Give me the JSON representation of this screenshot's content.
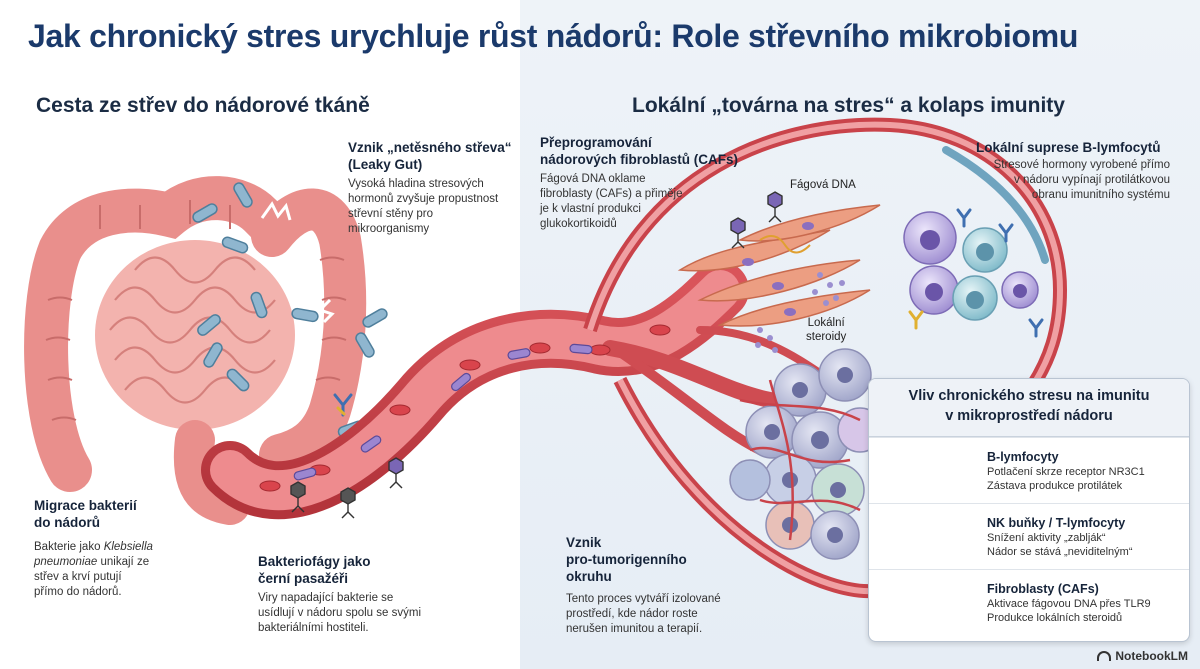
{
  "title": "Jak chronický stres urychluje růst nádorů: Role střevního mikrobiomu",
  "left": {
    "heading": "Cesta ze střev do nádorové tkáně",
    "leaky": {
      "title1": "Vznik „netěsného střeva“",
      "title2": "(Leaky Gut)",
      "lines": [
        "Vysoká hladina stresových",
        "hormonů zvyšuje propustnost",
        "střevní stěny pro",
        "mikroorganismy"
      ]
    },
    "migration": {
      "title1": "Migrace bakterií",
      "title2": "do nádorů",
      "line1_pre": "Bakterie jako ",
      "line1_em": "Klebsiella",
      "line2_em": "pneumoniae",
      "line2_post": " unikají ze",
      "line3": "střev a krví putují",
      "line4": "přímo do nádorů."
    },
    "phages": {
      "title1": "Bakteriofágy jako",
      "title2": "černí pasažéři",
      "lines": [
        "Viry napadající bakterie se",
        "usídlují v nádoru spolu se svými",
        "bakteriálními hostiteli."
      ]
    }
  },
  "right": {
    "heading": "Lokální „továrna na stres“ a kolaps imunity",
    "cafs": {
      "title1": "Přeprogramování",
      "title2": "nádorových fibroblastů (CAFs)",
      "lines": [
        "Fágová DNA oklame",
        "fibroblasty (CAFs) a přiměje",
        "je k vlastní produkci",
        "glukokortikoidů"
      ]
    },
    "phage_dna_label": "Fágová DNA",
    "steroids_label1": "Lokální",
    "steroids_label2": "steroidy",
    "bsup": {
      "title": "Lokální suprese B-lymfocytů",
      "lines": [
        "Stresové hormony vyrobené přímo",
        "v nádoru vypínají protilátkovou",
        "obranu imunitního systému"
      ]
    },
    "circuit": {
      "title1": "Vznik",
      "title2": "pro-tumorigenního",
      "title3": "okruhu",
      "lines": [
        "Tento proces vytváří izolované",
        "prostředí, kde nádor roste",
        "nerušen imunitou a terapií."
      ]
    }
  },
  "panel": {
    "title1": "Vliv chronického stresu na imunitu",
    "title2": "v mikroprostředí nádoru",
    "rows": [
      {
        "title": "B-lymfocyty",
        "line1": "Potlačení skrze receptor NR3C1",
        "line2": "Zástava produkce protilátek",
        "icon": "cross-icon"
      },
      {
        "title": "NK buňky / T-lymfocyty",
        "line1": "Snížení aktivity „zablják“",
        "line2": "Nádor se stává „neviditelným“",
        "icon": "down-arrow-icon"
      },
      {
        "title": "Fibroblasty (CAFs)",
        "line1": "Aktivace fágovou DNA přes TLR9",
        "line2": "Produkce lokálních steroidů",
        "icon": "curved-arrow-icon"
      }
    ]
  },
  "brand": "NotebookLM",
  "colors": {
    "title": "#1b3a6b",
    "intestine": "#f0a3a0",
    "vessel": "#c9434a",
    "bacteria": "#7fa9c4",
    "fibroblast": "#e99a7a",
    "bcell": "#a99bd6",
    "cross": "#c0392b",
    "arrow_down": "#c0392b",
    "arrow_curve": "#1f6f8b"
  }
}
